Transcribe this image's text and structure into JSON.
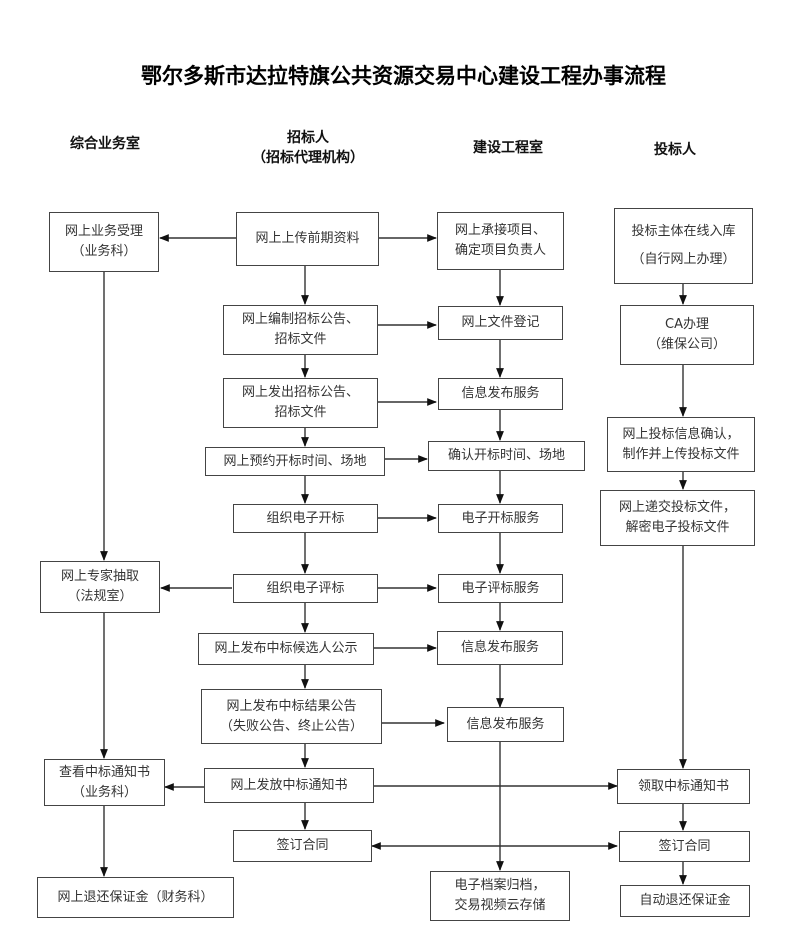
{
  "title": "鄂尔多斯市达拉特旗公共资源交易中心建设工程办事流程",
  "lanes": {
    "general": [
      "综合业务室"
    ],
    "tenderer": [
      "招标人",
      "（招标代理机构）"
    ],
    "construction": [
      "建设工程室"
    ],
    "bidder": [
      "投标人"
    ]
  },
  "nodes": {
    "online_acceptance": [
      "网上业务受理",
      "（业务科）"
    ],
    "upload_preliminary": [
      "网上上传前期资料"
    ],
    "accept_project": [
      "网上承接项目、",
      "确定项目负责人"
    ],
    "bidder_register": [
      "投标主体在线入库",
      "（自行网上办理）"
    ],
    "ca_handling": [
      "CA办理",
      "（维保公司）"
    ],
    "compile_notice": [
      "网上编制招标公告、",
      "招标文件"
    ],
    "file_registration": [
      "网上文件登记"
    ],
    "publish_notice": [
      "网上发出招标公告、",
      "招标文件"
    ],
    "info_service_1": [
      "信息发布服务"
    ],
    "reserve_opening": [
      "网上预约开标时间、场地"
    ],
    "confirm_opening": [
      "确认开标时间、场地"
    ],
    "bid_confirm": [
      "网上投标信息确认，",
      "制作并上传投标文件"
    ],
    "submit_bid": [
      "网上递交投标文件，",
      "解密电子投标文件"
    ],
    "organize_opening": [
      "组织电子开标"
    ],
    "opening_service": [
      "电子开标服务"
    ],
    "expert_draw": [
      "网上专家抽取",
      "（法规室）"
    ],
    "organize_evaluation": [
      "组织电子评标"
    ],
    "evaluation_service": [
      "电子评标服务"
    ],
    "publish_candidates": [
      "网上发布中标候选人公示"
    ],
    "info_service_2": [
      "信息发布服务"
    ],
    "publish_result": [
      "网上发布中标结果公告",
      "（失败公告、终止公告）"
    ],
    "info_service_3": [
      "信息发布服务"
    ],
    "view_award_notice": [
      "查看中标通知书",
      "（业务科）"
    ],
    "issue_award_notice": [
      "网上发放中标通知书"
    ],
    "receive_award_notice": [
      "领取中标通知书"
    ],
    "sign_contract_tenderer": [
      "签订合同"
    ],
    "sign_contract_bidder": [
      "签订合同"
    ],
    "refund_deposit_finance": [
      "网上退还保证金（财务科）"
    ],
    "archive": [
      "电子档案归档，",
      "交易视频云存储"
    ],
    "auto_refund_deposit": [
      "自动退还保证金"
    ]
  },
  "edges": [
    [
      "upload_preliminary",
      "online_acceptance"
    ],
    [
      "upload_preliminary",
      "accept_project"
    ],
    [
      "upload_preliminary",
      "compile_notice"
    ],
    [
      "accept_project",
      "file_registration"
    ],
    [
      "compile_notice",
      "file_registration"
    ],
    [
      "compile_notice",
      "publish_notice"
    ],
    [
      "file_registration",
      "info_service_1"
    ],
    [
      "publish_notice",
      "info_service_1"
    ],
    [
      "publish_notice",
      "reserve_opening"
    ],
    [
      "info_service_1",
      "confirm_opening"
    ],
    [
      "reserve_opening",
      "confirm_opening"
    ],
    [
      "reserve_opening",
      "organize_opening"
    ],
    [
      "confirm_opening",
      "opening_service"
    ],
    [
      "organize_opening",
      "opening_service"
    ],
    [
      "organize_opening",
      "organize_evaluation"
    ],
    [
      "opening_service",
      "evaluation_service"
    ],
    [
      "online_acceptance",
      "expert_draw"
    ],
    [
      "organize_evaluation",
      "expert_draw"
    ],
    [
      "organize_evaluation",
      "evaluation_service"
    ],
    [
      "organize_evaluation",
      "publish_candidates"
    ],
    [
      "evaluation_service",
      "info_service_2"
    ],
    [
      "publish_candidates",
      "info_service_2"
    ],
    [
      "publish_candidates",
      "publish_result"
    ],
    [
      "info_service_2",
      "info_service_3"
    ],
    [
      "publish_result",
      "info_service_3"
    ],
    [
      "publish_result",
      "issue_award_notice"
    ],
    [
      "expert_draw",
      "view_award_notice"
    ],
    [
      "issue_award_notice",
      "view_award_notice"
    ],
    [
      "issue_award_notice",
      "receive_award_notice"
    ],
    [
      "issue_award_notice",
      "sign_contract_tenderer"
    ],
    [
      "info_service_3",
      "archive"
    ],
    [
      "bidder_register",
      "ca_handling"
    ],
    [
      "ca_handling",
      "bid_confirm"
    ],
    [
      "bid_confirm",
      "submit_bid"
    ],
    [
      "submit_bid",
      "receive_award_notice"
    ],
    [
      "receive_award_notice",
      "sign_contract_bidder"
    ],
    [
      "sign_contract_tenderer",
      "sign_contract_bidder",
      "bidirectional"
    ],
    [
      "sign_contract_bidder",
      "auto_refund_deposit"
    ],
    [
      "view_award_notice",
      "refund_deposit_finance"
    ]
  ]
}
